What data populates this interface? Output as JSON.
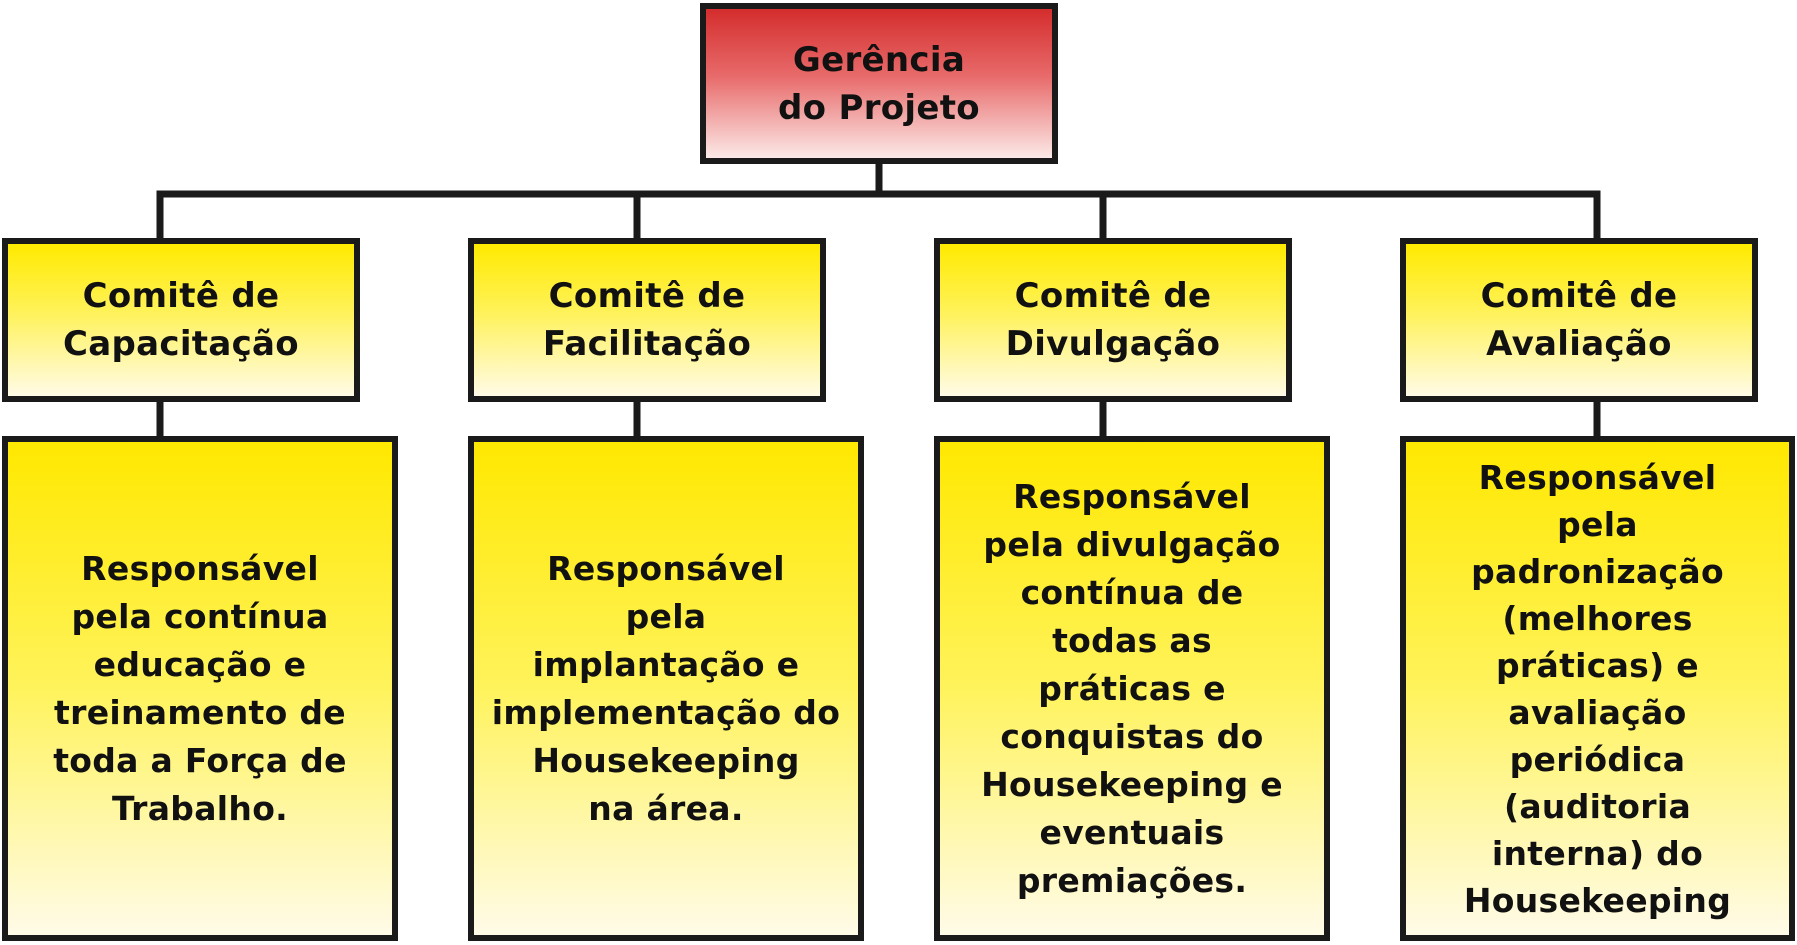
{
  "root": {
    "label": "Gerência\ndo Projeto"
  },
  "committees": [
    {
      "title": "Comitê de\nCapacitação",
      "description": "Responsável\npela contínua\neducação e\ntreinamento de\ntoda a Força de\nTrabalho."
    },
    {
      "title": "Comitê de\nFacilitação",
      "description": "Responsável\npela\nimplantação e\nimplementação do\nHousekeeping\nna área."
    },
    {
      "title": "Comitê de\nDivulgação",
      "description": "Responsável\npela divulgação\ncontínua de\ntodas as\npráticas e\nconquistas do\nHousekeeping e\neventuais\npremiações."
    },
    {
      "title": "Comitê de\nAvaliação",
      "description": "Responsável\npela\npadronização\n(melhores\npráticas) e\navaliação\nperiódica\n(auditoria\ninterna) do\nHousekeeping"
    }
  ],
  "colors": {
    "root_fill": "#d42d2d",
    "committee_fill": "#ffea00",
    "border": "#1a1a1a"
  }
}
